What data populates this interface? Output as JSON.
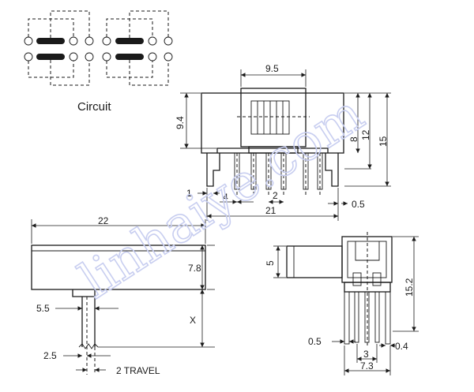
{
  "circuit": {
    "title": "Circuit"
  },
  "watermark": {
    "text": "linhaiye.com",
    "color": "#c8cef0"
  },
  "dimensions": {
    "top_width": "9.5",
    "left_height": "9.4",
    "right_8": "8",
    "right_12": "12",
    "right_15": "15",
    "pin_1": "1",
    "pin_4": "4",
    "pin_2": "2",
    "pin_05": "0.5",
    "total_21": "21",
    "length_22": "22",
    "height_78": "7.8",
    "knob_55": "5.5",
    "knob_x": "X",
    "knob_25": "2.5",
    "travel": "2 TRAVEL",
    "side_5": "5",
    "side_152": "15.2",
    "side_05": "0.5",
    "side_3": "3",
    "side_04": "0.4",
    "side_73": "7.3"
  }
}
